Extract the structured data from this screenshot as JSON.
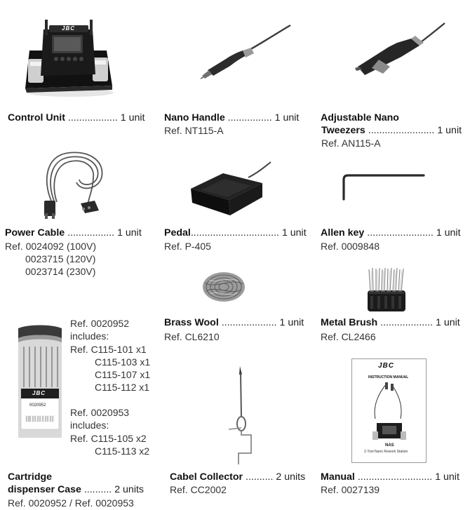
{
  "items": {
    "control_unit": {
      "name": "Control Unit",
      "dots": " .................. ",
      "qty": "1 unit"
    },
    "nano_handle": {
      "name": "Nano Handle",
      "dots": " ................ ",
      "qty": "1 unit",
      "ref": "Ref. NT115-A"
    },
    "tweezers": {
      "name1": "Adjustable Nano",
      "name2": "Tweezers",
      "dots": " ........................ ",
      "qty": "1 unit",
      "ref": "Ref. AN115-A"
    },
    "power_cable": {
      "name": "Power Cable",
      "dots": " ................. ",
      "qty": "1 unit",
      "ref1": "Ref. 0024092 (100V)",
      "ref2": "0023715 (120V)",
      "ref3": "0023714 (230V)"
    },
    "pedal": {
      "name": "Pedal",
      "dots": "................................ ",
      "qty": "1 unit",
      "ref": "Ref. P-405"
    },
    "allen_key": {
      "name": "Allen key",
      "dots": " ........................ ",
      "qty": "1 unit",
      "ref": "Ref. 0009848"
    },
    "brass_wool": {
      "name": "Brass Wool",
      "dots": " .................... ",
      "qty": "1 unit",
      "ref": "Ref. CL6210"
    },
    "metal_brush": {
      "name": "Metal Brush",
      "dots": " ................... ",
      "qty": "1 unit",
      "ref": "Ref. CL2466"
    },
    "cartridge": {
      "block1": "Ref. 0020952\nincludes:\nRef. C115-101 x1\n         C115-103 x1\n         C115-107 x1\n         C115-112 x1",
      "block2": "Ref. 0020953\nincludes:\nRef. C115-105 x2\n         C115-113 x2",
      "name1": "Cartridge",
      "name2": "dispenser Case",
      "dots": " .......... ",
      "qty": "2 units",
      "ref": "Ref. 0020952 / Ref. 0020953",
      "case_brand": "JBC",
      "case_code": "0020952"
    },
    "cable_collector": {
      "name": "Cabel Collector",
      "dots": " .......... ",
      "qty": "2 units",
      "ref": "Ref. CC2002"
    },
    "manual": {
      "name": "Manual",
      "dots": " ........................... ",
      "qty": "1 unit",
      "ref": "Ref. 0027139",
      "cover_brand": "JBC",
      "cover_heading": "INSTRUCTION MANUAL",
      "cover_model": "NAS",
      "cover_subtitle": "2-Tool Nano Rework Station"
    }
  },
  "unit_brand": "JBC"
}
